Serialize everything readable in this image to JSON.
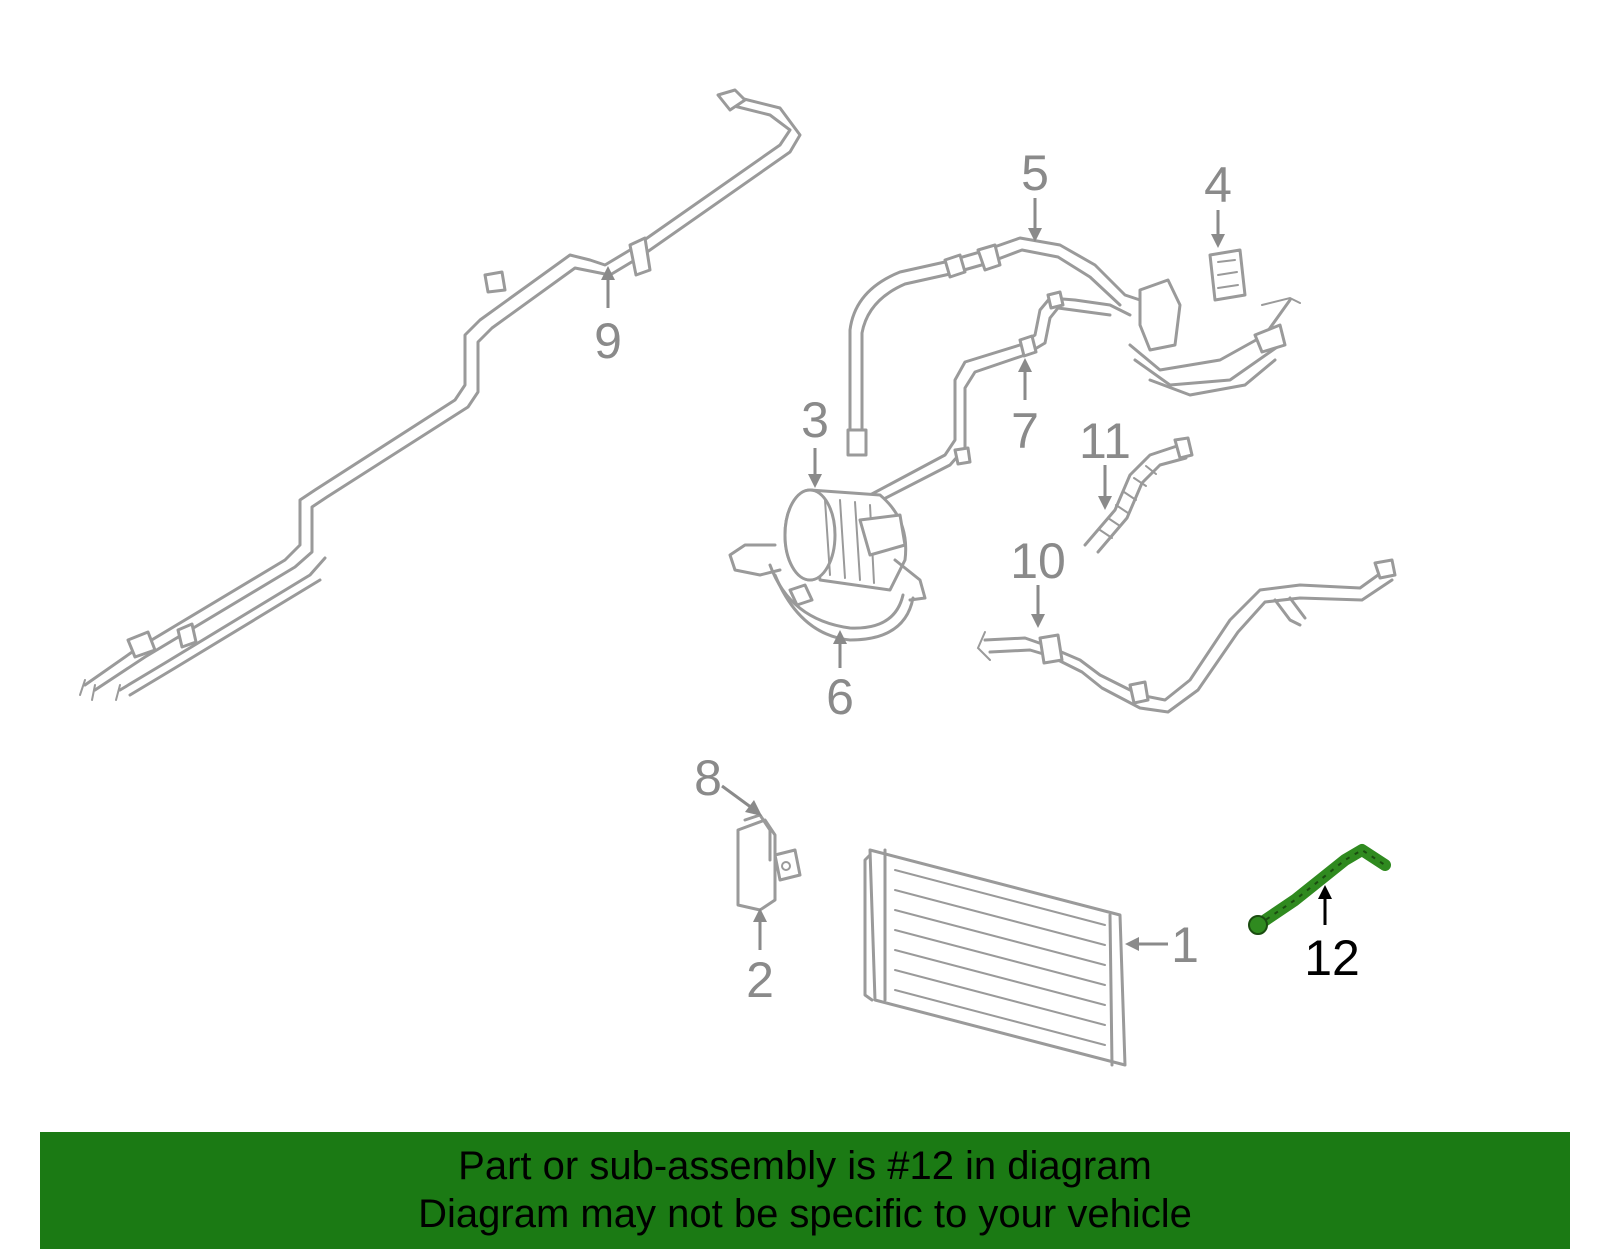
{
  "colors": {
    "part_stroke": "#9a9a9a",
    "label": "#8a8a8a",
    "highlight_part": "#2f8a1f",
    "banner_bg": "#1b7a14"
  },
  "callouts": [
    {
      "id": "1",
      "text": "1"
    },
    {
      "id": "2",
      "text": "2"
    },
    {
      "id": "3",
      "text": "3"
    },
    {
      "id": "4",
      "text": "4"
    },
    {
      "id": "5",
      "text": "5"
    },
    {
      "id": "6",
      "text": "6"
    },
    {
      "id": "7",
      "text": "7"
    },
    {
      "id": "8",
      "text": "8"
    },
    {
      "id": "9",
      "text": "9"
    },
    {
      "id": "10",
      "text": "10"
    },
    {
      "id": "11",
      "text": "11"
    },
    {
      "id": "12",
      "text": "12"
    }
  ],
  "highlighted_part": "12",
  "banner": {
    "line1": "Part or sub-assembly is #12 in diagram",
    "line2": "Diagram may not be specific to your vehicle"
  }
}
